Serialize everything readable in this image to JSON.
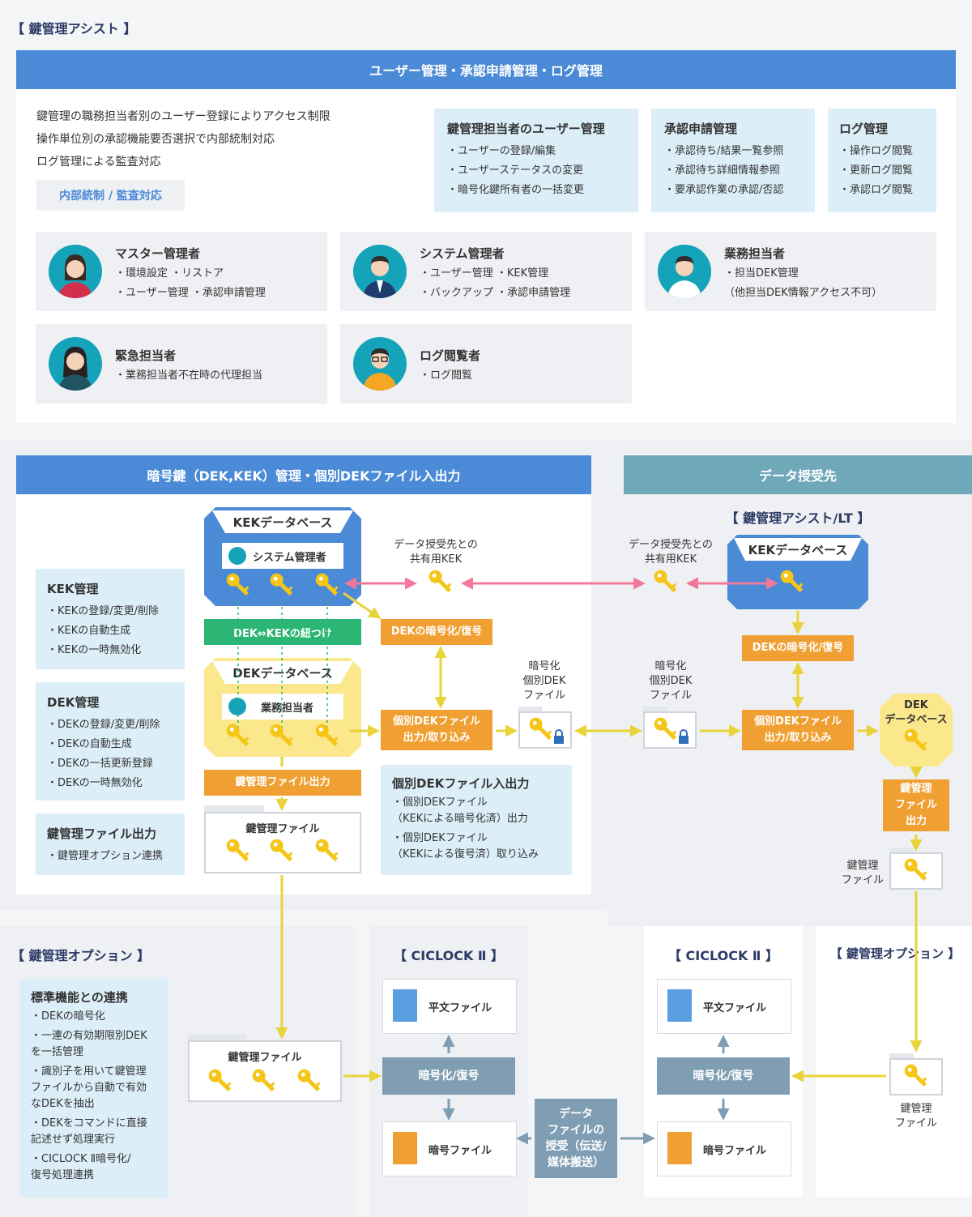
{
  "colors": {
    "blue": "#4a8ad6",
    "teal": "#6fa8b9",
    "orange": "#f0a033",
    "green": "#2bb673",
    "key": "#f5c518",
    "pink": "#f0789a",
    "arrow_yellow": "#e9d33a",
    "steel": "#7f9db3"
  },
  "page_title": "【 鍵管理アシスト 】",
  "top": {
    "bar_title": "ユーザー管理・承認申請管理・ログ管理",
    "intro": [
      "鍵管理の職務担当者別のユーザー登録によりアクセス制限",
      "操作単位別の承認機能要否選択で内部統制対応",
      "ログ管理による監査対応"
    ],
    "badge": "内部統制 / 監査対応",
    "boxes": [
      {
        "title": "鍵管理担当者のユーザー管理",
        "items": [
          "ユーザーの登録/編集",
          "ユーザーステータスの変更",
          "暗号化鍵所有者の一括変更"
        ]
      },
      {
        "title": "承認申請管理",
        "items": [
          "承認待ち/結果一覧参照",
          "承認待ち詳細情報参照",
          "要承認作業の承認/否認"
        ]
      },
      {
        "title": "ログ管理",
        "items": [
          "操作ログ閲覧",
          "更新ログ閲覧",
          "承認ログ閲覧"
        ]
      }
    ],
    "roles": [
      {
        "name": "マスター管理者",
        "lines": [
          "・環境設定 ・リストア",
          "・ユーザー管理 ・承認申請管理"
        ],
        "avatar": "female-admin-avatar"
      },
      {
        "name": "システム管理者",
        "lines": [
          "・ユーザー管理 ・KEK管理",
          "・バックアップ ・承認申請管理"
        ],
        "avatar": "male-suit-avatar"
      },
      {
        "name": "業務担当者",
        "lines": [
          "・担当DEK管理",
          "（他担当DEK情報アクセス不可）"
        ],
        "avatar": "male-staff-avatar"
      },
      {
        "name": "緊急担当者",
        "lines": [
          "・業務担当者不在時の代理担当"
        ],
        "avatar": "female-staff-avatar"
      },
      {
        "name": "ログ閲覧者",
        "lines": [
          "・ログ閲覧"
        ],
        "avatar": "male-glasses-avatar"
      }
    ]
  },
  "mid": {
    "bar_title": "暗号鍵（DEK,KEK）管理・個別DEKファイル入出力",
    "side": [
      {
        "title": "KEK管理",
        "items": [
          "KEKの登録/変更/削除",
          "KEKの自動生成",
          "KEKの一時無効化"
        ]
      },
      {
        "title": "DEK管理",
        "items": [
          "DEKの登録/変更/削除",
          "DEKの自動生成",
          "DEKの一括更新登録",
          "DEKの一時無効化"
        ]
      },
      {
        "title": "鍵管理ファイル出力",
        "items": [
          "鍵管理オプション連携"
        ]
      }
    ],
    "kek_db": "KEKデータベース",
    "sys_admin": "システム管理者",
    "link_label": "DEK⇔KEKの紐つけ",
    "dek_db": "DEKデータベース",
    "biz_staff": "業務担当者",
    "shared_kek_a": "データ授受先との\n共有用KEK",
    "dek_crypt": "DEKの暗号化/復号",
    "dek_file_io": "個別DEKファイル\n出力/取り込み",
    "enc_file": "暗号化\n個別DEK\nファイル",
    "key_file_out": "鍵管理ファイル出力",
    "key_file": "鍵管理ファイル",
    "io_box": {
      "title": "個別DEKファイル入出力",
      "items": [
        "個別DEKファイル\n（KEKによる暗号化済）出力",
        "個別DEKファイル\n（KEKによる復号済）取り込み"
      ]
    }
  },
  "right": {
    "bar_title": "データ授受先",
    "head": "【 鍵管理アシスト/LT 】",
    "shared_kek": "データ授受先との\n共有用KEK",
    "kek_db": "KEKデータベース",
    "dek_crypt": "DEKの暗号化/復号",
    "enc_file": "暗号化\n個別DEK\nファイル",
    "dek_file_io": "個別DEKファイル\n出力/取り込み",
    "dek_db": "DEK\nデータベース",
    "key_file_out": "鍵管理\nファイル\n出力",
    "key_file": "鍵管理\nファイル"
  },
  "bottom": {
    "opt_head": "【 鍵管理オプション 】",
    "opt_box": {
      "title": "標準機能との連携",
      "items": [
        "DEKの暗号化",
        "一連の有効期限別DEK\nを一括管理",
        "識別子を用いて鍵管理\nファイルから自動で有効\nなDEKを抽出",
        "DEKをコマンドに直接\n記述せず処理実行",
        "CICLOCK Ⅱ暗号化/\n復号処理連携"
      ]
    },
    "key_file": "鍵管理ファイル",
    "ciclock": "【 CICLOCK Ⅱ 】",
    "plain_file": "平文ファイル",
    "crypt": "暗号化/復号",
    "cipher_file": "暗号ファイル",
    "transfer": "データ\nファイルの\n授受（伝送/\n媒体搬送）",
    "ciclock_r": "【 CICLOCK Ⅱ 】",
    "plain_file_r": "平文ファイル",
    "crypt_r": "暗号化/復号",
    "cipher_file_r": "暗号ファイル",
    "opt_head_r": "【 鍵管理オプション 】",
    "key_file_r": "鍵管理\nファイル"
  }
}
